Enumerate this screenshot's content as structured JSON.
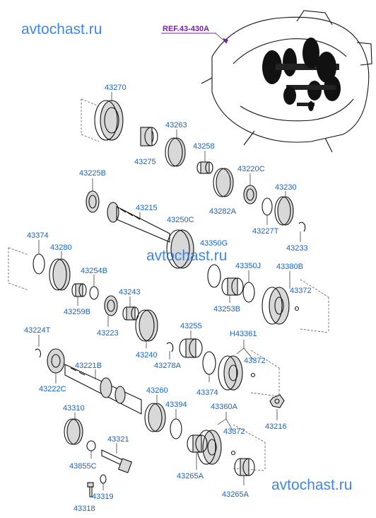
{
  "watermarks": {
    "top": "avtochast.ru",
    "middle": "avtochast.ru",
    "bottom": "avtochast.ru"
  },
  "reference": "REF.43-430A",
  "labels": {
    "p43270": "43270",
    "p43275": "43275",
    "p43263": "43263",
    "p43258": "43258",
    "p43220C": "43220C",
    "p43225B": "43225B",
    "p43230": "43230",
    "p43215": "43215",
    "p43282A": "43282A",
    "p43250C": "43250C",
    "p43227T": "43227T",
    "p43374a": "43374",
    "p43350G": "43350G",
    "p43233": "43233",
    "p43280": "43280",
    "p43350J": "43350J",
    "p43380B": "43380B",
    "p43254B": "43254B",
    "p43243": "43243",
    "p43372a": "43372",
    "p43259B": "43259B",
    "p43253B": "43253B",
    "p43223": "43223",
    "p43224T": "43224T",
    "p43255": "43255",
    "pH43361": "H43361",
    "p43240": "43240",
    "p43278A": "43278A",
    "p43221B": "43221B",
    "p43372b": "43372",
    "p43222C": "43222C",
    "p43374b": "43374",
    "p43260": "43260",
    "p43394": "43394",
    "p43310": "43310",
    "p43360A": "43360A",
    "p43216": "43216",
    "p43372c": "43372",
    "p43321": "43321",
    "p43855C": "43855C",
    "p43265A1": "43265A",
    "p43265A2": "43265A",
    "p43319": "43319",
    "p43318": "43318"
  }
}
